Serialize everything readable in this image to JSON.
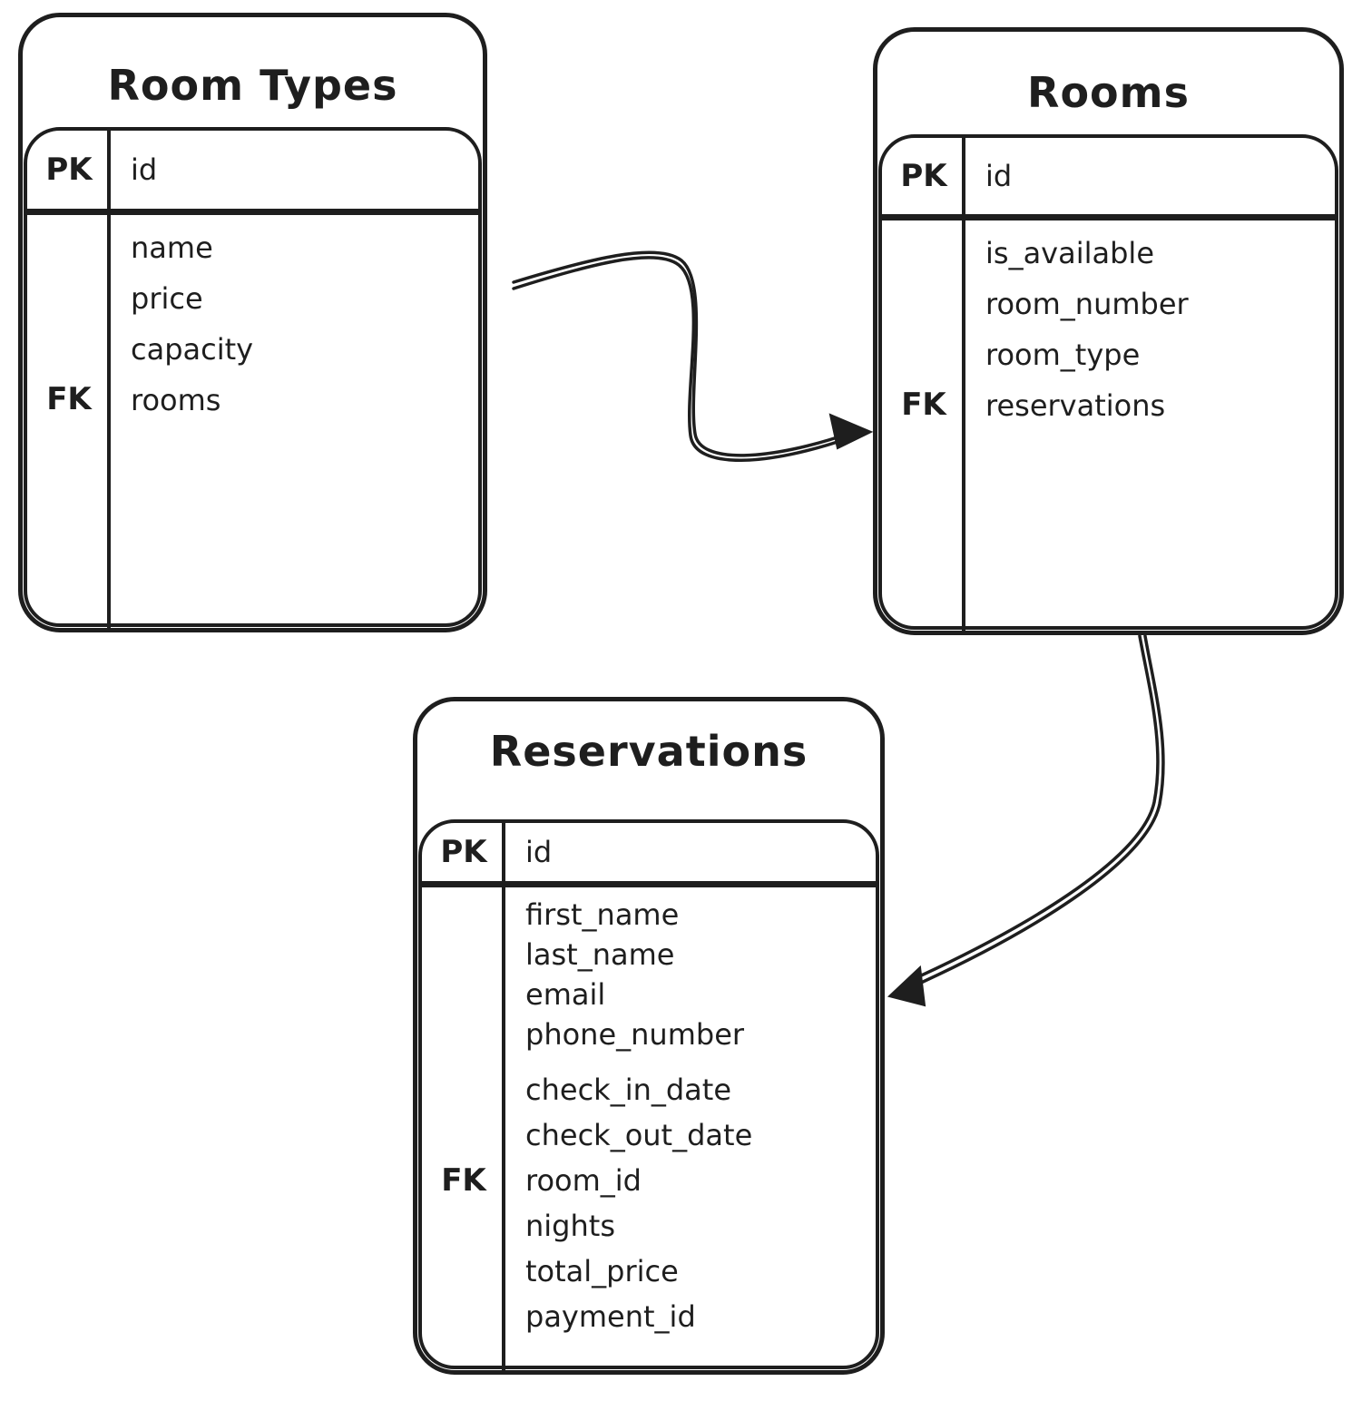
{
  "canvas": {
    "background_color": "#ffffff",
    "stroke_color": "#1e1e1e"
  },
  "entities": [
    {
      "title": "Room Types",
      "primary_key": {
        "label": "PK",
        "field": "id"
      },
      "foreign_key_label": "FK",
      "fk_field": "rooms",
      "fields": [
        "name",
        "price",
        "capacity",
        "rooms"
      ]
    },
    {
      "title": "Rooms",
      "primary_key": {
        "label": "PK",
        "field": "id"
      },
      "foreign_key_label": "FK",
      "fk_field": "reservations",
      "fields": [
        "is_available",
        "room_number",
        "room_type",
        "reservations"
      ]
    },
    {
      "title": "Reservations",
      "primary_key": {
        "label": "PK",
        "field": "id"
      },
      "foreign_key_label": "FK",
      "fk_field": "room_id",
      "fields": [
        "first_name",
        "last_name",
        "email",
        "phone_number",
        "check_in_date",
        "check_out_date",
        "room_id",
        "nights",
        "total_price",
        "payment_id"
      ]
    }
  ],
  "relations": [
    {
      "from": "Room Types",
      "to": "Rooms"
    },
    {
      "from": "Rooms",
      "to": "Reservations"
    }
  ]
}
